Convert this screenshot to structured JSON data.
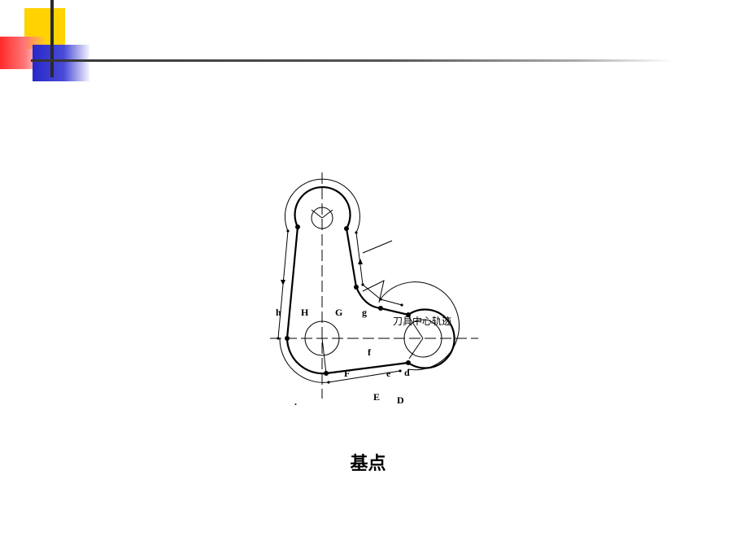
{
  "diagram": {
    "labels": {
      "h": "h",
      "H": "H",
      "G": "G",
      "g": "g",
      "f": "f",
      "F": "F",
      "e": "e",
      "d": "d",
      "E": "E",
      "D": "D",
      "dot": "."
    },
    "tool_path_label": "刀具中心轨迹"
  },
  "caption": "基点"
}
